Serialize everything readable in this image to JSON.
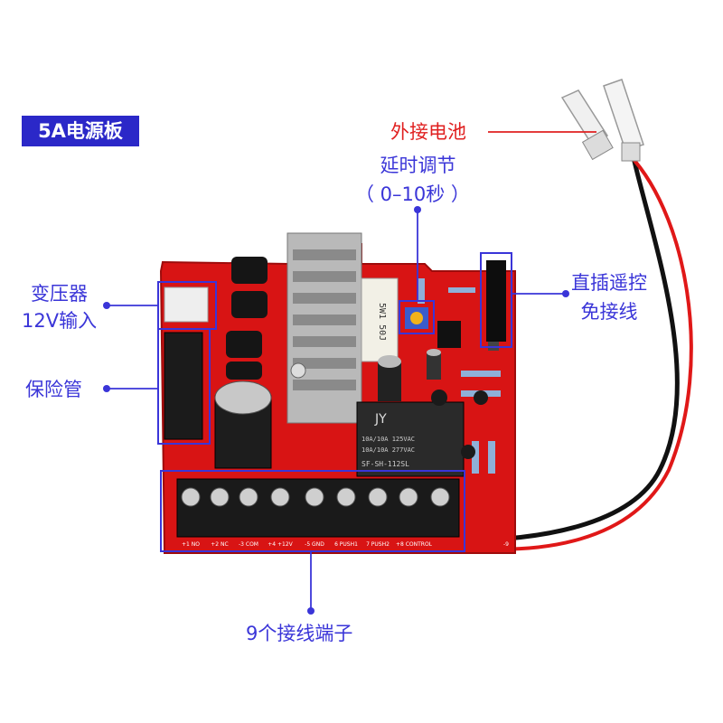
{
  "title_badge": "5A电源板",
  "labels": {
    "battery": "外接电池",
    "delay_line1": "延时调节",
    "delay_line2": "（ 0–10秒 ）",
    "remote_line1": "直插遥控",
    "remote_line2": "免接线",
    "transformer_line1": "变压器",
    "transformer_line2": "12V输入",
    "fuse": "保险管",
    "terminals": "9个接线端子"
  },
  "board": {
    "terminal_labels": [
      "+1 NO",
      "+2 NC",
      "-3 COM",
      "+4 +12V",
      "-5 GND",
      "6 PUSH1",
      "7 PUSH2",
      "+8 CONTROL",
      "-9"
    ],
    "relay_brand": "JY",
    "relay_text": [
      "10A/10A 125VAC",
      "10A/10A 277VAC",
      "SF-SH-112SL"
    ],
    "resistor_text": "5W1 50J"
  },
  "colors": {
    "badge": "#2b28c8",
    "annotation": "#3a35d8",
    "battery_annotation": "#e02020",
    "pcb": "#d81414",
    "heatsink": "#b9b9b9"
  }
}
